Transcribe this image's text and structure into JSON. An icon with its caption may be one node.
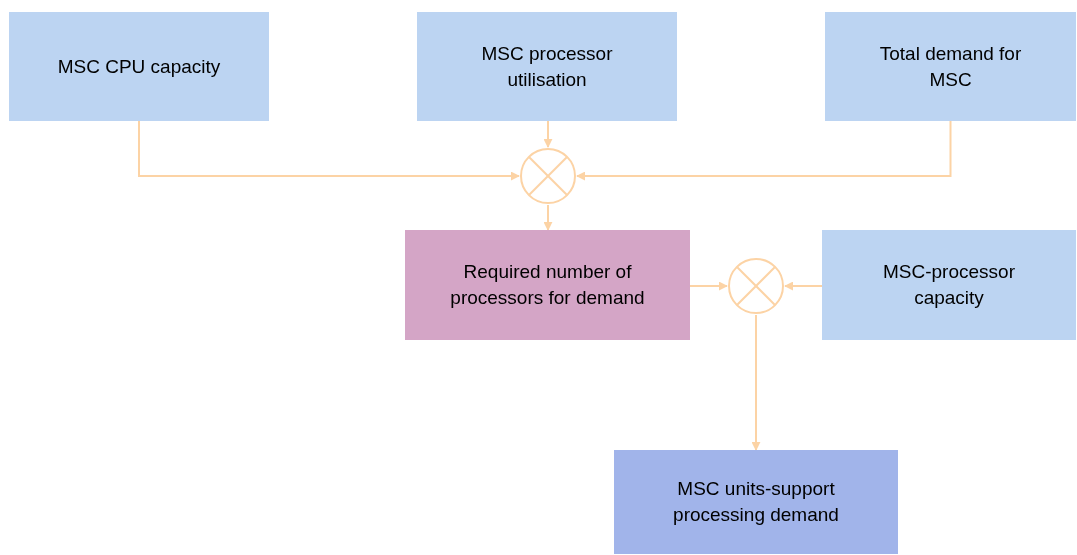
{
  "diagram": {
    "nodes": [
      {
        "text": [
          "MSC CPU capacity"
        ]
      },
      {
        "text": [
          "MSC processor utilisation"
        ]
      },
      {
        "text": [
          "Total demand for MSC"
        ]
      },
      {
        "text": [],
        "shape": "circle"
      },
      {
        "text": [
          "Required number of processors for demand"
        ]
      },
      {
        "text": [],
        "shape": "circle"
      },
      {
        "text": [
          "MSC-processor capacity"
        ]
      },
      {
        "text": [
          "MSC units-support processing demand"
        ]
      }
    ],
    "edges": [
      {
        "from": 0,
        "to": 3,
        "arrow": "to"
      },
      {
        "from": 1,
        "to": 3,
        "arrow": "to"
      },
      {
        "from": 2,
        "to": 3,
        "arrow": "to"
      },
      {
        "from": 3,
        "to": 4,
        "arrow": "to"
      },
      {
        "from": 4,
        "to": 5,
        "arrow": "to"
      },
      {
        "from": 6,
        "to": 5,
        "arrow": "to"
      },
      {
        "from": 5,
        "to": 7,
        "arrow": "to"
      }
    ]
  }
}
